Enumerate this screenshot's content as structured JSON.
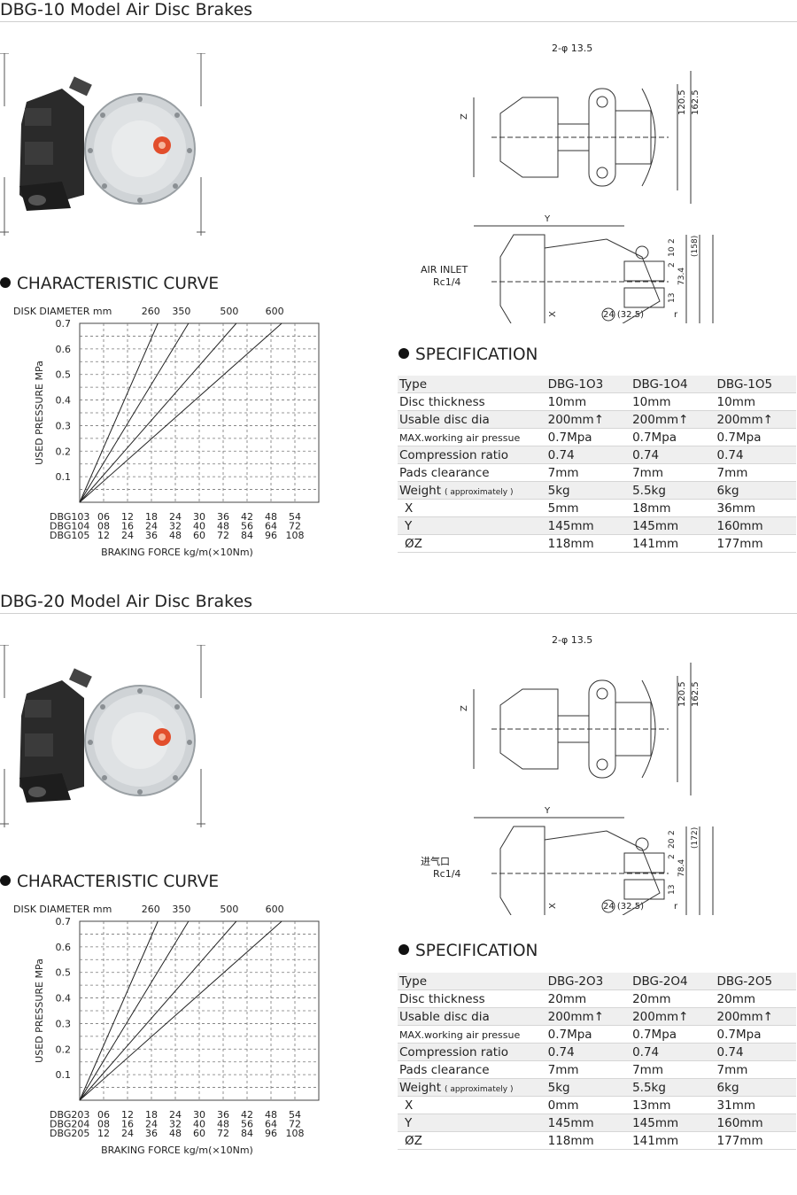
{
  "sections": [
    {
      "title": "DBG-10 Model Air Disc Brakes",
      "cc_title": "CHARACTERISTIC CURVE",
      "spec_title": "SPECIFICATION",
      "drawing_labels": {
        "holes": "2-φ 13.5",
        "dim1": "120.5",
        "dim2": "162.5",
        "z": "Z",
        "y": "Y",
        "x": "X",
        "inlet1": "AIR INLET",
        "inlet2": "Rc1/4",
        "d2": "2",
        "d10": "10",
        "d2b": "2",
        "dh": "(158)",
        "d73": "73.4",
        "d13": "13",
        "d24": "24 (32.5)",
        "r": "r"
      },
      "spec": {
        "headers": [
          "Type",
          "DBG-1O3",
          "DBG-1O4",
          "DBG-1O5"
        ],
        "rows": [
          {
            "label": "Disc thickness",
            "values": [
              "10mm",
              "10mm",
              "10mm"
            ]
          },
          {
            "label": "Usable disc dia",
            "values": [
              "200mm↑",
              "200mm↑",
              "200mm↑"
            ]
          },
          {
            "label": "MAX.working air pressue",
            "values": [
              "0.7Mpa",
              "0.7Mpa",
              "0.7Mpa"
            ]
          },
          {
            "label": "Compression ratio",
            "values": [
              "0.74",
              "0.74",
              "0.74"
            ]
          },
          {
            "label": "Pads clearance",
            "values": [
              "7mm",
              "7mm",
              "7mm"
            ]
          },
          {
            "label": "Weight",
            "note": "( approximately )",
            "values": [
              "5kg",
              "5.5kg",
              "6kg"
            ]
          },
          {
            "label": "X",
            "values": [
              "5mm",
              "18mm",
              "36mm"
            ]
          },
          {
            "label": "Y",
            "values": [
              "145mm",
              "145mm",
              "160mm"
            ]
          },
          {
            "label": "ØZ",
            "values": [
              "118mm",
              "141mm",
              "177mm"
            ]
          }
        ]
      },
      "chart_data": {
        "type": "line",
        "top_label": "DISK DIAMETER mm",
        "ylabel": "USED PRESSURE MPa",
        "xlabel": "BRAKING FORCE kg/m(×10Nm)",
        "yticks": [
          "0.7",
          "0.6",
          "0.5",
          "0.4",
          "0.3",
          "0.2",
          "0.1"
        ],
        "ylim": [
          0,
          0.7
        ],
        "xlim": [
          0,
          10
        ],
        "series": [
          {
            "name": "260",
            "x": [
              0,
              3.27
            ],
            "y": [
              0,
              0.7
            ]
          },
          {
            "name": "350",
            "x": [
              0,
              4.55
            ],
            "y": [
              0,
              0.7
            ]
          },
          {
            "name": "500",
            "x": [
              0,
              6.55
            ],
            "y": [
              0,
              0.7
            ]
          },
          {
            "name": "600",
            "x": [
              0,
              8.45
            ],
            "y": [
              0,
              0.7
            ]
          }
        ],
        "x_rows": [
          {
            "name": "DBG103",
            "values": [
              "06",
              "12",
              "18",
              "24",
              "30",
              "36",
              "42",
              "48",
              "54"
            ]
          },
          {
            "name": "DBG104",
            "values": [
              "08",
              "16",
              "24",
              "32",
              "40",
              "48",
              "56",
              "64",
              "72"
            ]
          },
          {
            "name": "DBG105",
            "values": [
              "12",
              "24",
              "36",
              "48",
              "60",
              "72",
              "84",
              "96",
              "108"
            ]
          }
        ]
      }
    },
    {
      "title": "DBG-20 Model Air Disc Brakes",
      "cc_title": "CHARACTERISTIC CURVE",
      "spec_title": "SPECIFICATION",
      "drawing_labels": {
        "holes": "2-φ 13.5",
        "dim1": "120.5",
        "dim2": "162.5",
        "z": "Z",
        "y": "Y",
        "x": "X",
        "inlet1": "进气口",
        "inlet2": "Rc1/4",
        "d2": "2",
        "d10": "20",
        "d2b": "2",
        "dh": "(172)",
        "d73": "78.4",
        "d13": "13",
        "d24": "24 (32.5)",
        "r": "r"
      },
      "spec": {
        "headers": [
          "Type",
          "DBG-2O3",
          "DBG-2O4",
          "DBG-2O5"
        ],
        "rows": [
          {
            "label": "Disc thickness",
            "values": [
              "20mm",
              "20mm",
              "20mm"
            ]
          },
          {
            "label": "Usable disc dia",
            "values": [
              "200mm↑",
              "200mm↑",
              "200mm↑"
            ]
          },
          {
            "label": "MAX.working air pressue",
            "values": [
              "0.7Mpa",
              "0.7Mpa",
              "0.7Mpa"
            ]
          },
          {
            "label": "Compression ratio",
            "values": [
              "0.74",
              "0.74",
              "0.74"
            ]
          },
          {
            "label": "Pads clearance",
            "values": [
              "7mm",
              "7mm",
              "7mm"
            ]
          },
          {
            "label": "Weight",
            "note": "( approximately )",
            "values": [
              "5kg",
              "5.5kg",
              "6kg"
            ]
          },
          {
            "label": "X",
            "values": [
              "0mm",
              "13mm",
              "31mm"
            ]
          },
          {
            "label": "Y",
            "values": [
              "145mm",
              "145mm",
              "160mm"
            ]
          },
          {
            "label": "ØZ",
            "values": [
              "118mm",
              "141mm",
              "177mm"
            ]
          }
        ]
      },
      "chart_data": {
        "type": "line",
        "top_label": "DISK DIAMETER mm",
        "ylabel": "USED PRESSURE MPa",
        "xlabel": "BRAKING FORCE kg/m(×10Nm)",
        "yticks": [
          "0.7",
          "0.6",
          "0.5",
          "0.4",
          "0.3",
          "0.2",
          "0.1"
        ],
        "ylim": [
          0,
          0.7
        ],
        "xlim": [
          0,
          10
        ],
        "series": [
          {
            "name": "260",
            "x": [
              0,
              3.27
            ],
            "y": [
              0,
              0.7
            ]
          },
          {
            "name": "350",
            "x": [
              0,
              4.55
            ],
            "y": [
              0,
              0.7
            ]
          },
          {
            "name": "500",
            "x": [
              0,
              6.55
            ],
            "y": [
              0,
              0.7
            ]
          },
          {
            "name": "600",
            "x": [
              0,
              8.45
            ],
            "y": [
              0,
              0.7
            ]
          }
        ],
        "x_rows": [
          {
            "name": "DBG203",
            "values": [
              "06",
              "12",
              "18",
              "24",
              "30",
              "36",
              "42",
              "48",
              "54"
            ]
          },
          {
            "name": "DBG204",
            "values": [
              "08",
              "16",
              "24",
              "32",
              "40",
              "48",
              "56",
              "64",
              "72"
            ]
          },
          {
            "name": "DBG205",
            "values": [
              "12",
              "24",
              "36",
              "48",
              "60",
              "72",
              "84",
              "96",
              "108"
            ]
          }
        ]
      }
    }
  ]
}
